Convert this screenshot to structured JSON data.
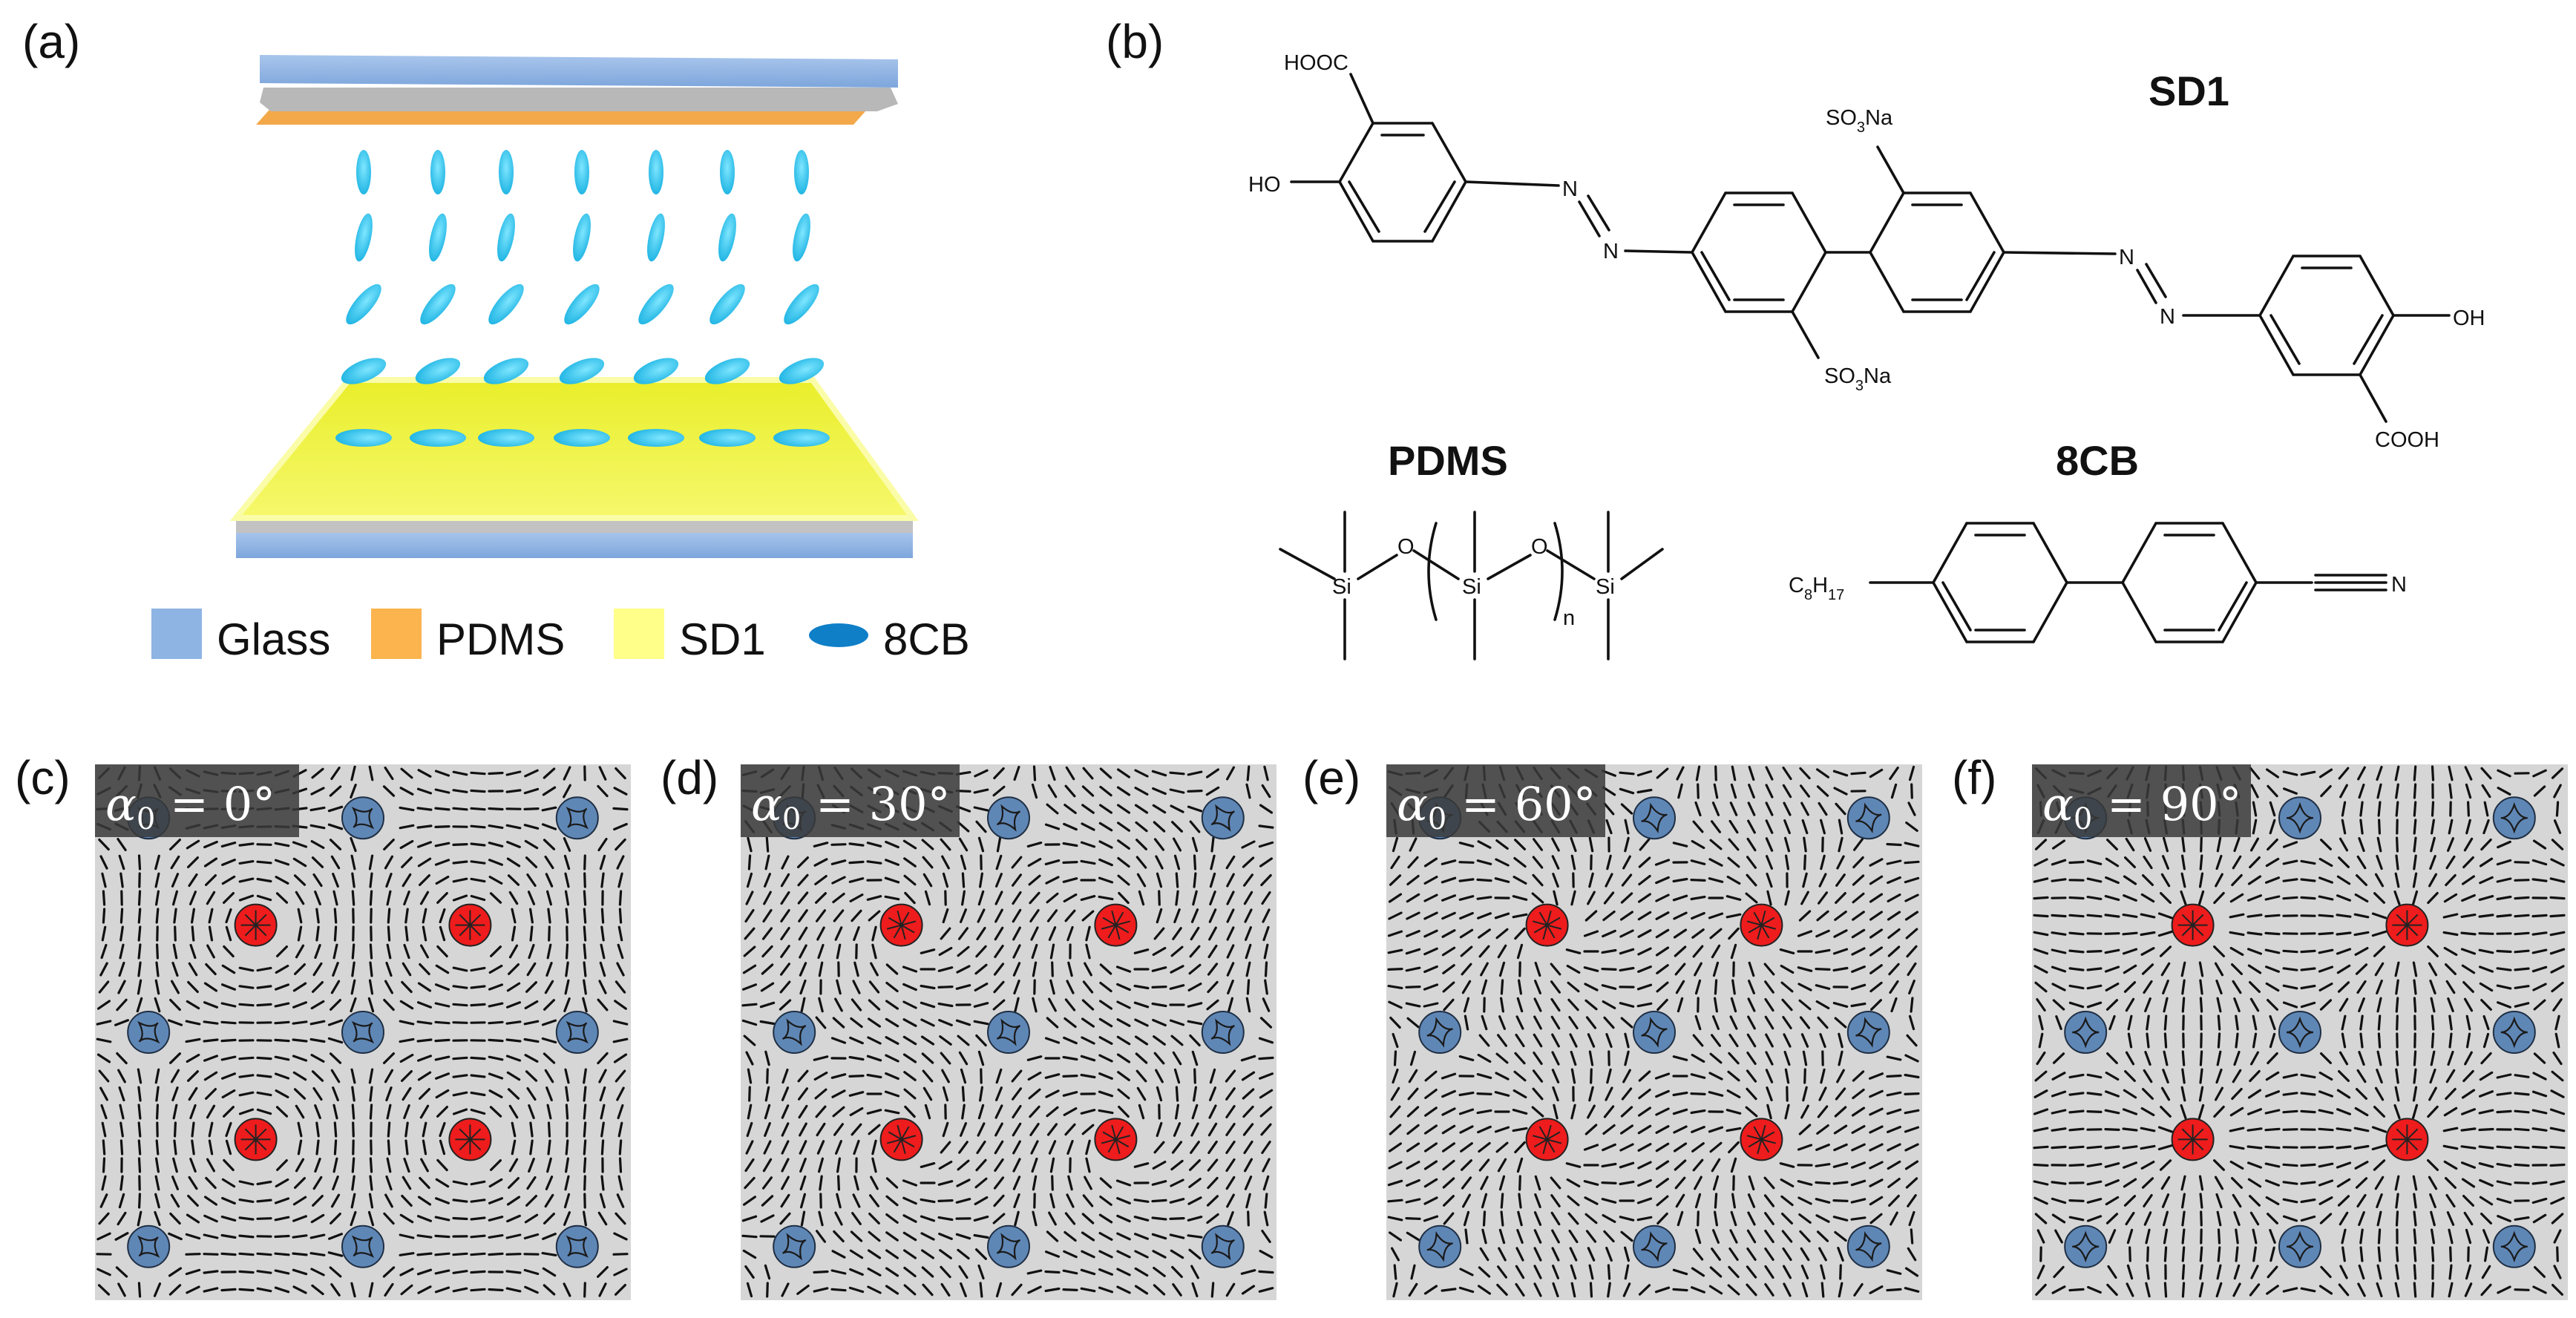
{
  "panel_labels": [
    "(a)",
    "(b)",
    "(c)",
    "(d)",
    "(e)",
    "(f)"
  ],
  "legend": [
    {
      "label": "Glass",
      "color": "#8eb4e3"
    },
    {
      "label": "PDMS",
      "color": "#fbb44e"
    },
    {
      "label": "SD1",
      "color": "#ffff8a"
    },
    {
      "label": "8CB",
      "color": "#0f7fc8"
    }
  ],
  "chem": {
    "sd1_name": "SD1",
    "pdms_name": "PDMS",
    "cb_name": "8CB",
    "hooc": "HOOC",
    "cooh": "COOH",
    "ho": "HO",
    "oh": "OH",
    "n": "N",
    "so3na_so": "SO",
    "so3na_3": "3",
    "so3na_na": "Na",
    "si": "Si",
    "o": "O",
    "n_sub": "n",
    "c8": "C",
    "c8_sub1": "8",
    "h17": "H",
    "h17_sub": "17"
  },
  "patterns": [
    {
      "alpha_symbol": "α",
      "alpha_sub": "0",
      "value_text": " = 0°",
      "alpha_deg": 0
    },
    {
      "alpha_symbol": "α",
      "alpha_sub": "0",
      "value_text": " = 30°",
      "alpha_deg": 30
    },
    {
      "alpha_symbol": "α",
      "alpha_sub": "0",
      "value_text": " = 60°",
      "alpha_deg": 60
    },
    {
      "alpha_symbol": "α",
      "alpha_sub": "0",
      "value_text": " = 90°",
      "alpha_deg": 90
    }
  ],
  "defect_colors": {
    "plus": "#ee1c1c",
    "minus": "#5f87b6",
    "background": "#d6d6d6"
  }
}
